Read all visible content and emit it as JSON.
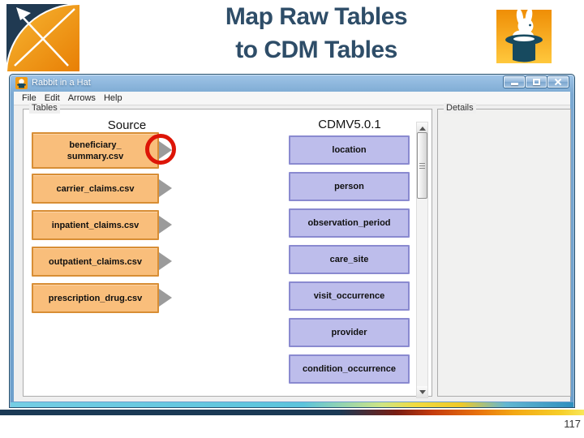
{
  "slide": {
    "title_line1": "Map Raw Tables",
    "title_line2": "to CDM Tables",
    "page_number": "117"
  },
  "window": {
    "title": "Rabbit in a Hat",
    "menu_items": [
      "File",
      "Edit",
      "Arrows",
      "Help"
    ],
    "tables_group_label": "Tables",
    "details_group_label": "Details",
    "columns": {
      "source_header": "Source",
      "cdm_header": "CDMV5.0.1"
    },
    "source_tables": [
      {
        "line1": "beneficiary_",
        "line2": "summary.csv"
      },
      {
        "line1": "carrier_claims.csv"
      },
      {
        "line1": "inpatient_claims.csv"
      },
      {
        "line1": "outpatient_claims.csv"
      },
      {
        "line1": "prescription_drug.csv"
      }
    ],
    "cdm_tables": [
      "location",
      "person",
      "observation_period",
      "care_site",
      "visit_occurrence",
      "provider",
      "condition_occurrence"
    ]
  },
  "icons": {
    "window_icon": "rabbit-in-hat",
    "arrow_stub": "right-triangle",
    "annotation": "red-circle-highlight"
  },
  "colors": {
    "source_table_fill": "#F9BE7B",
    "source_table_border": "#D88E35",
    "cdm_table_fill": "#BDBDEB",
    "cdm_table_border": "#8A8AD0",
    "title_text": "#2E4D68",
    "annotation_red": "#DD1507",
    "titlebar_blue": "#6D9FCB",
    "footer_navy": "#1B3A55",
    "footer_yellow": "#F6CE29"
  }
}
